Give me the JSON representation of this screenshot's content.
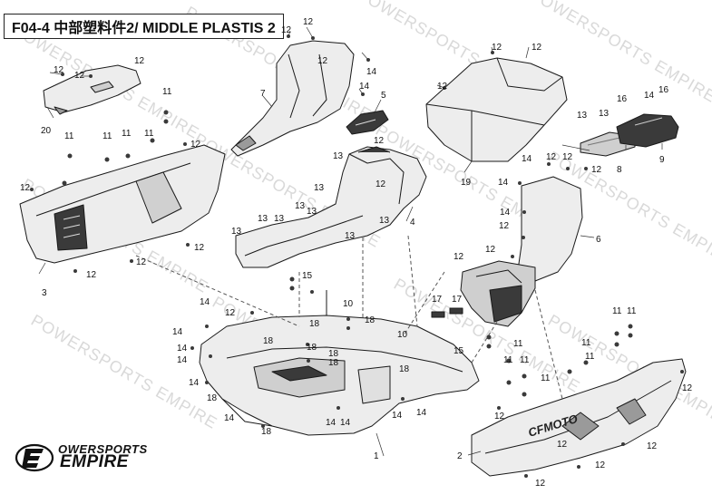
{
  "title": "F04-4 中部塑料件2/ MIDDLE PLASTIS 2",
  "watermark": "POWERSPORTS EMPIRE",
  "logo": {
    "top": "OWERSPORTS",
    "bottom": "EMPIRE",
    "glyph": "Ǝ"
  },
  "callouts": {
    "c_20": "20",
    "c_12a": "12",
    "c_12b": "12",
    "c_12c": "12",
    "c_7": "7",
    "c_12d": "12",
    "c_12e": "12",
    "c_12f": "12",
    "c_14a": "14",
    "c_14b": "14",
    "c_5": "5",
    "c_12g": "12",
    "c_12h": "12",
    "c_12i": "12",
    "c_19": "19",
    "c_13a": "13",
    "c_13b": "13",
    "c_16a": "16",
    "c_14c": "14",
    "c_16b": "16",
    "c_8": "8",
    "c_9": "9",
    "c_11a": "11",
    "c_11b": "11",
    "c_11c": "11",
    "c_11d": "11",
    "c_11e": "11",
    "c_12j": "12",
    "c_3": "3",
    "c_12k": "12",
    "c_12l": "12",
    "c_12m": "12",
    "c_13c": "13",
    "c_12n": "12",
    "c_13d": "13",
    "c_12o": "12",
    "c_4": "4",
    "c_13e": "13",
    "c_13f": "13",
    "c_13g": "13",
    "c_13h": "13",
    "c_13i": "13",
    "c_13j": "13",
    "c_13k": "13",
    "c_14d": "14",
    "c_14e": "14",
    "c_12p": "12",
    "c_12q": "12",
    "c_12r": "12",
    "c_6": "6",
    "c_12s": "12",
    "c_15a": "15",
    "c_12t": "12",
    "c_14f": "14",
    "c_18a": "18",
    "c_10a": "10",
    "c_18b": "18",
    "c_17a": "17",
    "c_17b": "17",
    "c_10b": "10",
    "c_14g": "14",
    "c_14h": "14",
    "c_14i": "14",
    "c_14j": "14",
    "c_18c": "18",
    "c_18d": "18",
    "c_18e": "18",
    "c_18f": "18",
    "c_18g": "18",
    "c_14k": "14",
    "c_14l": "14",
    "c_14m": "14",
    "c_14n": "14",
    "c_14o": "14",
    "c_18h": "18",
    "c_1": "1",
    "c_15b": "15",
    "c_11f": "11",
    "c_11g": "11",
    "c_11h": "11",
    "c_11i": "11",
    "c_11j": "11",
    "c_11k": "11",
    "c_12u": "12",
    "c_2": "2",
    "c_12v": "12",
    "c_12w": "12",
    "c_12x": "12",
    "c_12y": "12",
    "c_12z": "12",
    "c_12aa": "12",
    "c_11l": "11",
    "c_11m": "11"
  },
  "brand_on_part": "CFMOTO",
  "colors": {
    "line": "#1a1a1a",
    "part_fill": "#ededed",
    "part_dark": "#9a9a9a",
    "watermark": "#d9d9d9"
  }
}
